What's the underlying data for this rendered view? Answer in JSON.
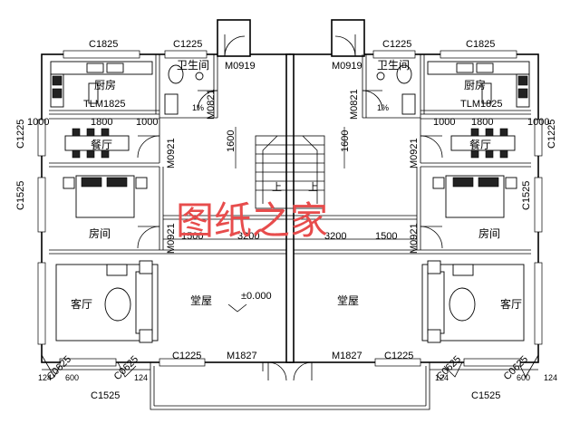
{
  "watermark": "图纸之家",
  "labels": {
    "c1825": "C1825",
    "c1225": "C1225",
    "c1525": "C1525",
    "c0625": "C0625",
    "m0919": "M0919",
    "m0821": "M0821",
    "m0921": "M0921",
    "m1827": "M1827",
    "tlm1825": "TLM1825",
    "d1000": "1000",
    "d1800": "1800",
    "d1600": "1600",
    "d1500": "1500",
    "d3200": "3200",
    "d124": "124",
    "d600": "600",
    "slope": "1%",
    "elevation": "±0.000",
    "up": "上"
  },
  "rooms": {
    "kitchen": "厨房",
    "bathroom": "卫生间",
    "dining": "餐厅",
    "bedroom": "房间",
    "living": "客厅",
    "hall": "堂屋"
  }
}
